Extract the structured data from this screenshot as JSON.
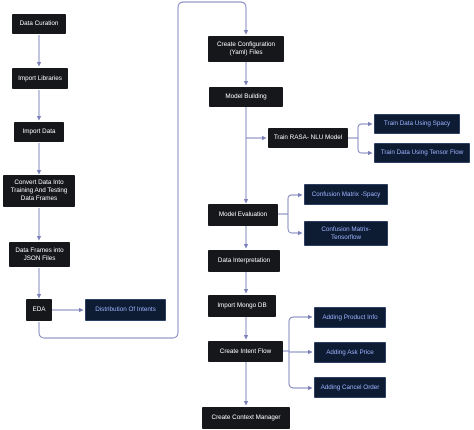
{
  "colors": {
    "node_dark": "#15171a",
    "node_navy": "#0d1b33",
    "text_light": "#ffffff",
    "text_blue": "#9fb4ff",
    "edge": "#7a7fb8"
  },
  "nodes": {
    "data_curation": "Data Curation",
    "import_libraries": "Import Libraries",
    "import_data": "Import Data",
    "convert_data": "Convert Data Into Training And Testing Data Frames",
    "frames_json": "Data Frames into JSON Files",
    "eda": "EDA",
    "distribution_intents": "Distribution  Of Intents",
    "create_config": "Create Configuration (Yaml) Files",
    "model_building": "Model Building",
    "train_rasa": "Train RASA- NLU Model",
    "train_spacy": "Train Data Using Spacy",
    "train_tensorflow": "Train Data Using Tensor Flow",
    "model_evaluation": "Model Evaluation",
    "confusion_spacy": "Confusion Matrix -Spacy",
    "confusion_tensorflow": "Confusion Matrix- Tensorflow",
    "data_interpretation": "Data Interpretation",
    "import_mongo": "Import Mongo DB",
    "create_intent_flow": "Create Intent Flow",
    "adding_product_info": "Adding Product Info",
    "adding_ask_price": "Adding Ask Price",
    "adding_cancel_order": "Adding Cancel Order",
    "create_context_manager": "Create Context Manager"
  }
}
